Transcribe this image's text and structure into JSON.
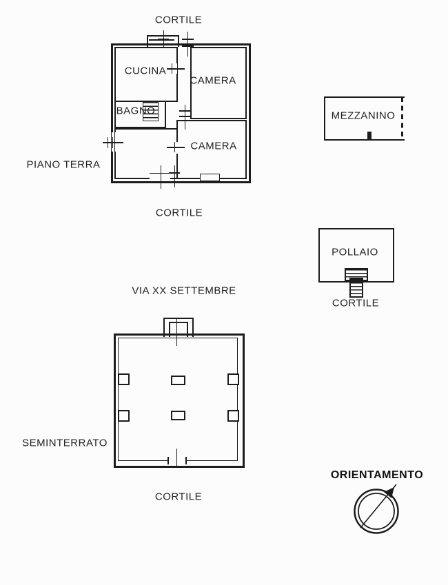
{
  "canvas": {
    "background": "#fcfcfc",
    "ink": "#1c1c1c"
  },
  "ground_floor": {
    "name": "PIANO TERRA",
    "courtyard_top": "CORTILE",
    "courtyard_bottom": "CORTILE",
    "kitchen": "CUCINA",
    "bedroom_top": "CAMERA",
    "bathroom": "BAGNO",
    "bedroom_bottom": "CAMERA"
  },
  "mezzanine": {
    "name": "MEZZANINO"
  },
  "henhouse": {
    "name": "POLLAIO",
    "courtyard": "CORTILE"
  },
  "street": {
    "name": "VIA XX SETTEMBRE"
  },
  "basement": {
    "name": "SEMINTERRATO",
    "courtyard": "CORTILE"
  },
  "orientation": {
    "name": "ORIENTAMENTO"
  },
  "icons": {
    "compass": "double-circle compass with north-east arrow",
    "stairs": "hatched stair treads",
    "ladder": "hatched ladder steps",
    "door_window_markers": "perpendicular tick lines across walls"
  }
}
